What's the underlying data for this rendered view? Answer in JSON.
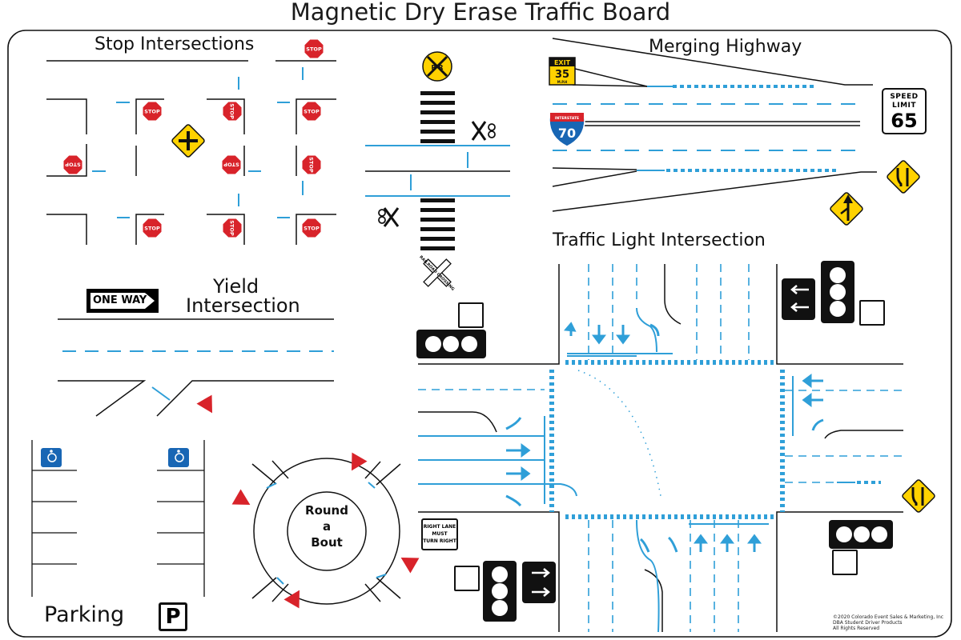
{
  "title": "Magnetic Dry Erase Traffic Board",
  "sections": {
    "stop": "Stop Intersections",
    "merging": "Merging Highway",
    "traffic_light": "Traffic Light Intersection",
    "yield_line1": "Yield",
    "yield_line2": "Intersection",
    "parking": "Parking"
  },
  "signs": {
    "stop": "STOP",
    "yield": "YIELD",
    "one_way": "ONE WAY",
    "speed_top1": "SPEED",
    "speed_top2": "LIMIT",
    "speed_value": "65",
    "exit_label": "EXIT",
    "exit_speed": "35",
    "exit_unit": "M.P.H",
    "interstate_label": "INTERSTATE",
    "interstate_number": "70",
    "rr_crossing": "RAILROAD CROSSING",
    "rr_letters": "R  R",
    "right_lane_1": "RIGHT LANE",
    "right_lane_2": "MUST",
    "right_lane_3": "TURN RIGHT",
    "parking_p": "P"
  },
  "roundabout": {
    "line1": "Round",
    "line2": "a",
    "line3": "Bout"
  },
  "copyright": {
    "line1": "©2020 Colorado Event Sales & Marketing, Inc",
    "line2": "DBA Student Driver Products",
    "line3": "All Rights Reserved"
  },
  "colors": {
    "lane_blue": "#2f9fd8",
    "stop_red": "#d8232a",
    "sign_yellow": "#ffd200",
    "handicap_blue": "#1866b4",
    "line_black": "#111111"
  }
}
